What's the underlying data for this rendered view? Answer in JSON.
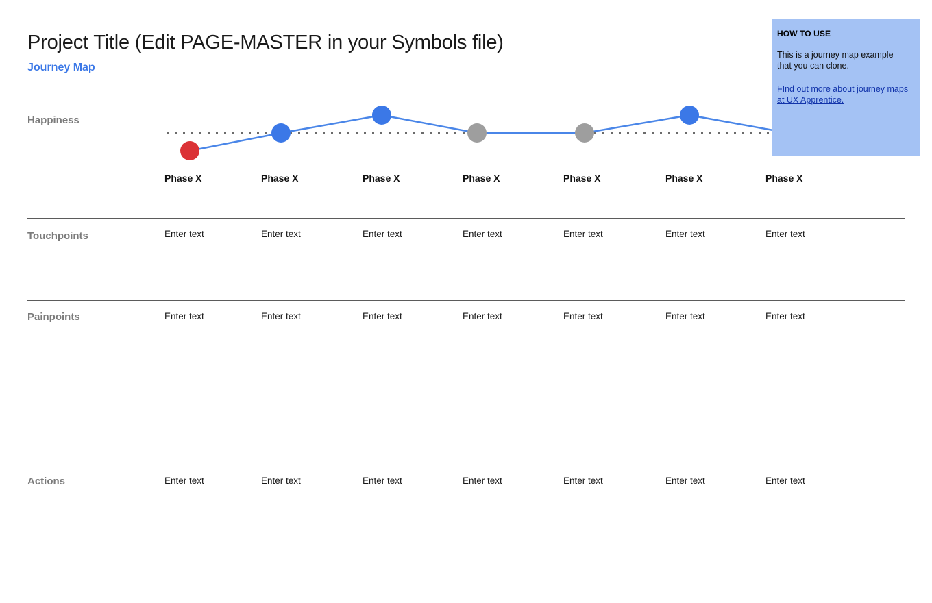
{
  "header": {
    "title": "Project Title (Edit PAGE-MASTER in your Symbols file)",
    "subtitle": "Journey Map"
  },
  "rows": {
    "happiness_label": "Happiness",
    "touchpoints_label": "Touchpoints",
    "painpoints_label": "Painpoints",
    "actions_label": "Actions"
  },
  "phases": [
    {
      "label": "Phase X"
    },
    {
      "label": "Phase X"
    },
    {
      "label": "Phase X"
    },
    {
      "label": "Phase X"
    },
    {
      "label": "Phase X"
    },
    {
      "label": "Phase X"
    },
    {
      "label": "Phase X"
    }
  ],
  "cells": {
    "placeholder": "Enter text",
    "touchpoints": [
      "Enter text",
      "Enter text",
      "Enter text",
      "Enter text",
      "Enter text",
      "Enter text",
      "Enter text"
    ],
    "painpoints": [
      "Enter text",
      "Enter text",
      "Enter text",
      "Enter text",
      "Enter text",
      "Enter text",
      "Enter text"
    ],
    "actions": [
      "Enter text",
      "Enter text",
      "Enter text",
      "Enter text",
      "Enter text",
      "Enter text",
      "Enter text"
    ]
  },
  "callout": {
    "title": "HOW TO USE",
    "body": "This is a journey map example that you can clone.",
    "link_text": "FInd out more about journey maps at UX Apprentice.",
    "background": "#A4C2F4",
    "link_color": "#1133aa"
  },
  "colors": {
    "accent_blue": "#3B78E7",
    "dot_blue": "#3B78E7",
    "dot_red": "#DB3236",
    "dot_gray": "#9E9E9E",
    "line_blue": "#4A86E8",
    "baseline_gray": "#6b6b6b",
    "rule_gray": "#5b5b5b",
    "row_label_gray": "#7b7b7b"
  },
  "chart_data": {
    "type": "line",
    "title": "Happiness",
    "xlabel": "",
    "ylabel": "Happiness",
    "grid": false,
    "legend": null,
    "baseline": {
      "value": 0,
      "style": "dotted",
      "color": "#6b6b6b"
    },
    "categories": [
      "Phase X",
      "Phase X",
      "Phase X",
      "Phase X",
      "Phase X",
      "Phase X",
      "Phase X"
    ],
    "series": [
      {
        "name": "Happiness",
        "values": [
          -1,
          0,
          1,
          0,
          0,
          1,
          0
        ],
        "point_colors": [
          "#DB3236",
          "#3B78E7",
          "#3B78E7",
          "#9E9E9E",
          "#9E9E9E",
          "#3B78E7",
          "#3B78E7"
        ],
        "point_sentiments": [
          "negative",
          "positive",
          "positive",
          "neutral",
          "neutral",
          "positive",
          "positive"
        ]
      }
    ],
    "ylim": [
      -1.5,
      1.5
    ]
  }
}
